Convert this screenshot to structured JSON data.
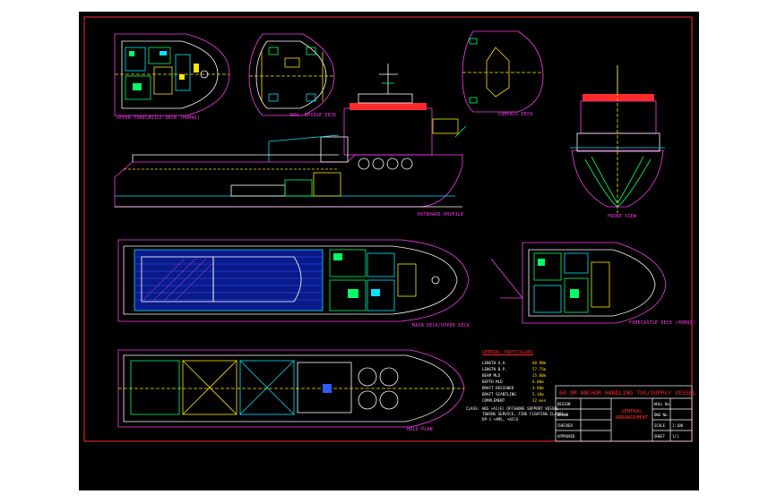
{
  "drawing": {
    "views": {
      "upper_forecastle": "UPPER FORECASTLE DECK (HOMAS)",
      "nav_bridge": "NAV. BRIDGE DECK",
      "compass": "COMPASS DECK",
      "outboard_profile": "OUTBOARD PROFILE",
      "front_view": "FRONT VIEW",
      "main_deck": "MAIN DECK/UPPER DECK",
      "forecastle": "FORECASTLE DECK (HOMAS)",
      "hold_plan": "HOLD PLAN"
    },
    "specs": {
      "title": "GENERAL PARTICULARS",
      "rows": [
        {
          "k": "LENGTH O.A.",
          "v": "60.90m"
        },
        {
          "k": "LENGTH B.P.",
          "v": "57.75m"
        },
        {
          "k": "BEAM MLD",
          "v": "15.00m"
        },
        {
          "k": "DEPTH MLD",
          "v": "6.00m"
        },
        {
          "k": "DRAFT DESIGNED",
          "v": "4.90m"
        },
        {
          "k": "DRAFT SCANTLING",
          "v": "5.10m"
        },
        {
          "k": "COMPLEMENT",
          "v": "32 men"
        }
      ],
      "notes": [
        "CLASS: ABS +A1(E) OFFSHORE SUPPORT VESSEL",
        "TOWING SERVICE, FIRE FIGHTING CLASS1",
        "DP-1 +AMS, +ACCU"
      ]
    },
    "title_block": {
      "vessel_title": "60.9M ANCHOR HANDLING TUG/SUPPLY VESSEL",
      "drawing_name": "GENERAL ARRANGEMENT",
      "cells": [
        "DESIGN",
        "DRAWN",
        "CHECKED",
        "APPROVED",
        "HULL No.",
        "DWG No.",
        "SCALE",
        "SHEET"
      ],
      "values": [
        "",
        "",
        "",
        "",
        "",
        "",
        "1:100",
        "1/1"
      ]
    }
  }
}
